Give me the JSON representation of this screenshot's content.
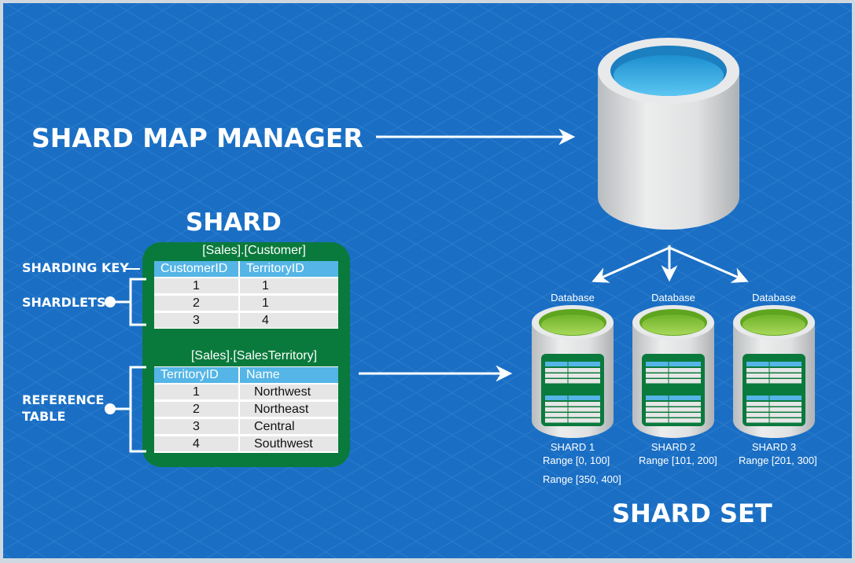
{
  "labels": {
    "shard_map_manager": "SHARD MAP MANAGER",
    "shard": "SHARD",
    "sharding_key": "SHARDING KEY",
    "shardlets": "SHARDLETS",
    "reference_table_line1": "REFERENCE",
    "reference_table_line2": "TABLE",
    "shard_set": "SHARD SET"
  },
  "customer_table": {
    "title": "[Sales].[Customer]",
    "headers": [
      "CustomerID",
      "TerritoryID"
    ],
    "rows": [
      [
        "1",
        "1"
      ],
      [
        "2",
        "1"
      ],
      [
        "3",
        "4"
      ]
    ]
  },
  "territory_table": {
    "title": "[Sales].[SalesTerritory]",
    "headers": [
      "TerritoryID",
      "Name"
    ],
    "rows": [
      [
        "1",
        "Northwest"
      ],
      [
        "2",
        "Northeast"
      ],
      [
        "3",
        "Central"
      ],
      [
        "4",
        "Southwest"
      ]
    ]
  },
  "databases": [
    {
      "label": "Database",
      "shard": "SHARD 1",
      "range": "Range [0, 100]",
      "range2": "Range [350, 400]"
    },
    {
      "label": "Database",
      "shard": "SHARD 2",
      "range": "Range [101, 200]"
    },
    {
      "label": "Database",
      "shard": "SHARD 3",
      "range": "Range [201, 300]"
    }
  ],
  "colors": {
    "background": "#1a6fc4",
    "shard_green": "#0a7a3c",
    "header_blue": "#54b5e6",
    "cell_gray": "#e6e6e6",
    "db_top_blue": "#3aaee8",
    "db_top_green": "#8cc63f"
  }
}
